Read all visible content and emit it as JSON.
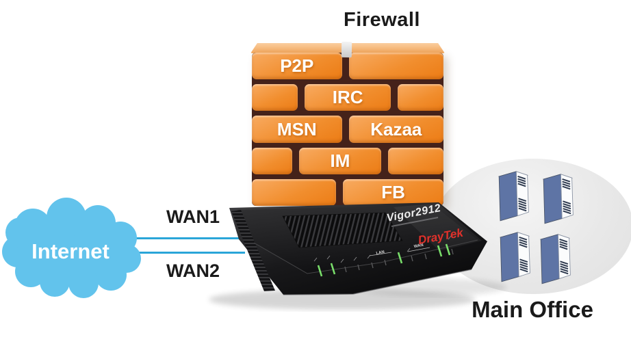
{
  "title": "Firewall",
  "firewall": {
    "rows": [
      {
        "bricks": [
          {
            "label": "P2P"
          },
          {
            "label": ""
          }
        ]
      },
      {
        "bricks": [
          {
            "label": ""
          },
          {
            "label": "IRC"
          },
          {
            "label": ""
          }
        ]
      },
      {
        "bricks": [
          {
            "label": "MSN"
          },
          {
            "label": "Kazaa"
          }
        ]
      },
      {
        "bricks": [
          {
            "label": ""
          },
          {
            "label": "IM"
          },
          {
            "label": ""
          }
        ]
      },
      {
        "bricks": [
          {
            "label": ""
          },
          {
            "label": "FB"
          }
        ]
      }
    ],
    "blocked_services": [
      "P2P",
      "IRC",
      "MSN",
      "Kazaa",
      "IM",
      "FB"
    ]
  },
  "internet": {
    "label": "Internet"
  },
  "wan_links": [
    {
      "label": "WAN1"
    },
    {
      "label": "WAN2"
    }
  ],
  "router": {
    "model": "Vigor2912",
    "brand": "DrayTek",
    "panel_groups": [
      {
        "label": "LAN"
      },
      {
        "label": "WAN"
      }
    ]
  },
  "main_office": {
    "label": "Main Office",
    "server_count": 4
  },
  "colors": {
    "brick_orange": "#EF8421",
    "mortar_brown": "#45221A",
    "wall_top_orange": "#F5AA5E",
    "cloud_blue": "#62C3EC",
    "link_cyan": "#2AA5D8",
    "office_ellipse_gray": "#E7E7E7",
    "server_blue": "#5E74A5",
    "brand_red": "#E0312B",
    "led_green": "#7FE96F",
    "text_black": "#1A1A1A"
  }
}
